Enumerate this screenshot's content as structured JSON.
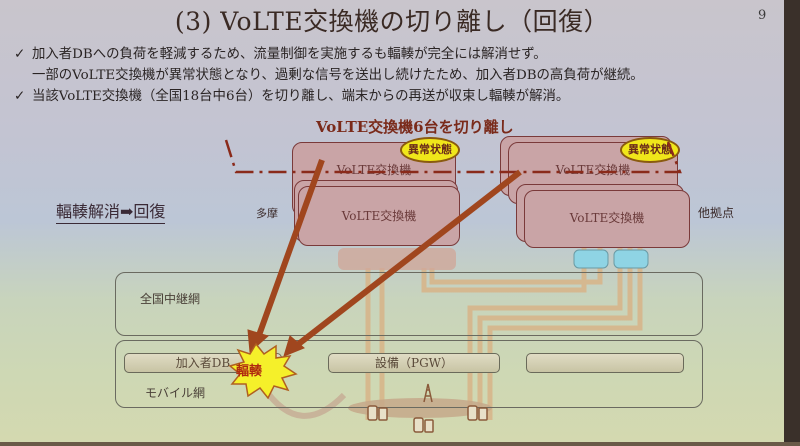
{
  "slide": {
    "title": "(3) VoLTE交換機の切り離し（回復）",
    "page_number": "9",
    "bullets": [
      {
        "mark": "✓",
        "text": "加入者DBへの負荷を軽減するため、流量制御を実施するも輻輳が完全には解消せず。"
      },
      {
        "mark": "",
        "text": "一部のVoLTE交換機が異常状態となり、過剰な信号を送出し続けたため、加入者DBの高負荷が継続。"
      },
      {
        "mark": "✓",
        "text": "当該VoLTE交換機（全国18台中6台）を切り離し、端末からの再送が収束し輻輳が解消。"
      }
    ]
  },
  "diagram": {
    "subtitle": "VoLTE交換機6台を切り離し",
    "recovery_label": "輻輳解消➡回復",
    "sites": {
      "left": "多摩",
      "right": "他拠点"
    },
    "switches": {
      "label": "VoLTE交換機",
      "abnormal_badge": "異常状態"
    },
    "networks": {
      "relay": "全国中継網",
      "mobile": "モバイル網"
    },
    "components": {
      "subscriber_db": "加入者DB",
      "pgw": "設備（PGW）",
      "empty_box": ""
    },
    "congestion_burst": "輻輳",
    "colors": {
      "arrow": "#a0461e",
      "switch_fill": "#c9a4a6",
      "badge_fill": "#f0e61a",
      "burst_fill": "#f5f02a",
      "cutline": "#8a2a1a",
      "links": "#d8b488",
      "connector_cyan": "#8fd4e4"
    }
  }
}
